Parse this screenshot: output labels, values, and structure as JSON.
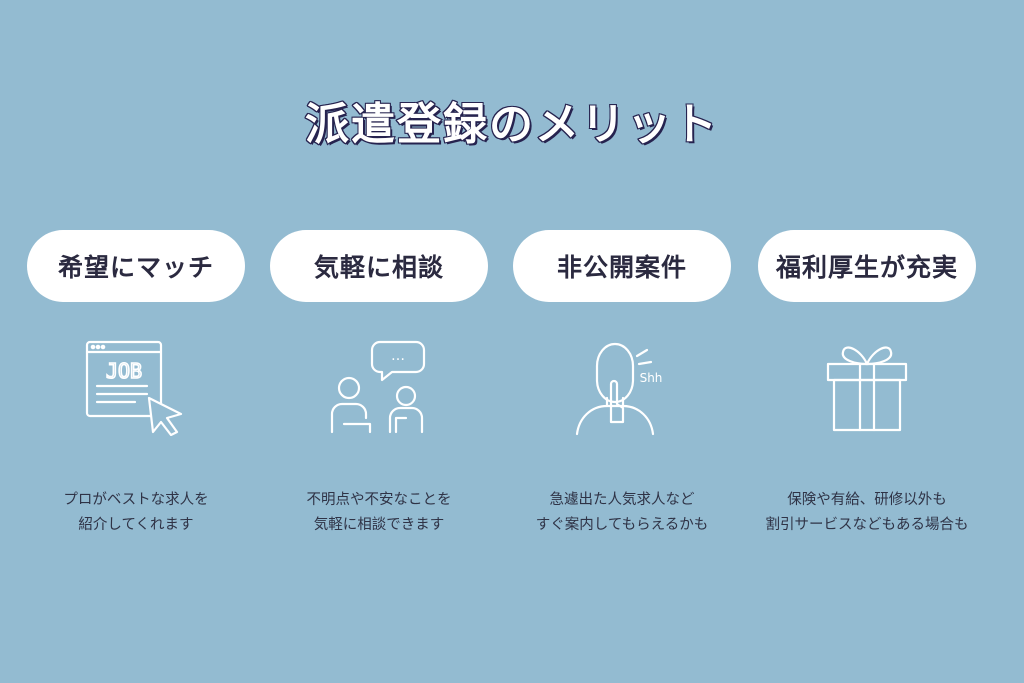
{
  "title": "派遣登録のメリット",
  "cards": [
    {
      "label": "希望にマッチ",
      "icon": "job-browser-cursor-icon",
      "icon_text": "JOB",
      "lines": [
        "プロがベストな求人を",
        "紹介してくれます"
      ]
    },
    {
      "label": "気軽に相談",
      "icon": "consultation-people-icon",
      "icon_text": "…",
      "lines": [
        "不明点や不安なことを",
        "気軽に相談できます"
      ]
    },
    {
      "label": "非公開案件",
      "icon": "secret-shh-icon",
      "icon_text": "Shh",
      "lines": [
        "急遽出た人気求人など",
        "すぐ案内してもらえるかも"
      ]
    },
    {
      "label": "福利厚生が充実",
      "icon": "gift-box-icon",
      "lines": [
        "保険や有給、研修以外も",
        "割引サービスなどもある場合も"
      ]
    }
  ]
}
